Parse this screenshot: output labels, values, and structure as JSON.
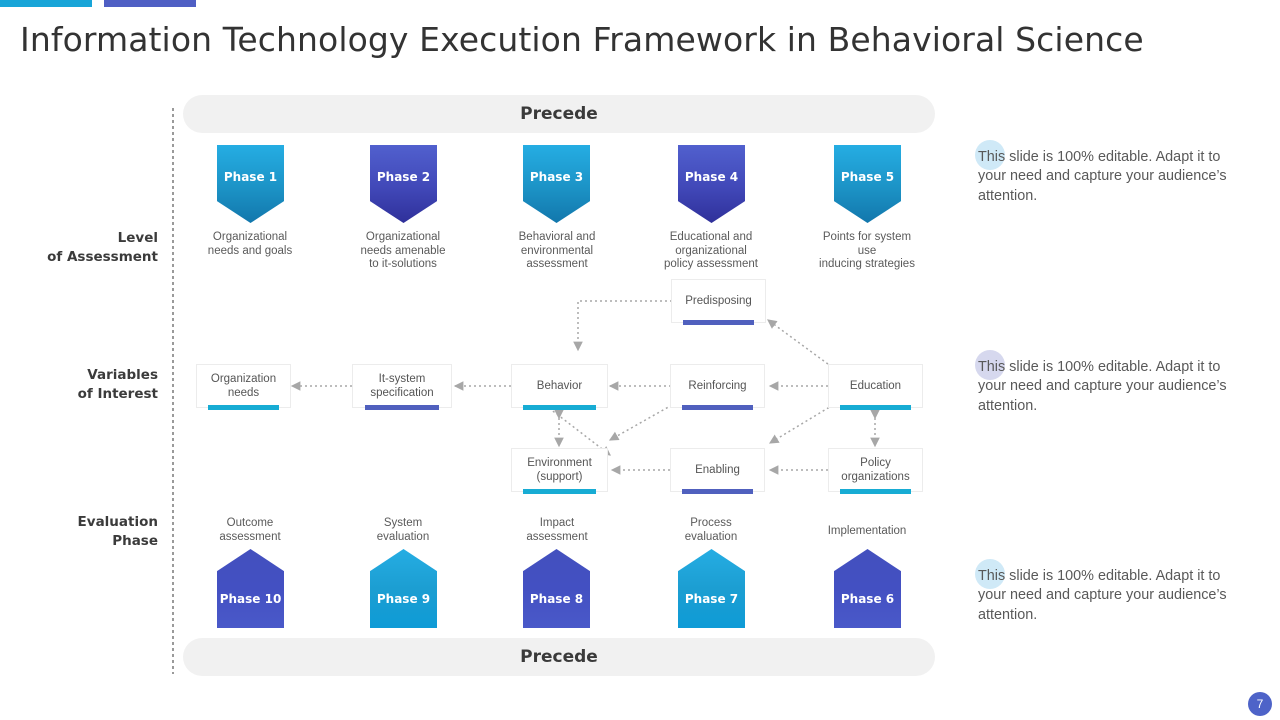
{
  "page_title": "Information Technology Execution Framework in Behavioral Science",
  "accents": {
    "cyan": "#18A5D8",
    "purple": "#4F5FC4"
  },
  "bands": {
    "top_label": "Precede",
    "bottom_label": "Precede"
  },
  "row_labels": [
    {
      "id": "level",
      "line1": "Level",
      "line2": "of Assessment",
      "text": "Level\nof Assessment"
    },
    {
      "id": "variables",
      "line1": "Variables",
      "line2": "of Interest",
      "text": "Variables\nof Interest"
    },
    {
      "id": "evaluation",
      "line1": "Evaluation",
      "line2": "Phase",
      "text": "Evaluation\nPhase"
    }
  ],
  "top_phases": [
    {
      "label": "Phase 1",
      "color": "cyan",
      "caption": "Organizational\nneeds and goals"
    },
    {
      "label": "Phase 2",
      "color": "purple",
      "caption": "Organizational\nneeds amenable\nto it-solutions"
    },
    {
      "label": "Phase 3",
      "color": "cyan",
      "caption": "Behavioral and\nenvironmental\nassessment"
    },
    {
      "label": "Phase 4",
      "color": "purple",
      "caption": "Educational and\norganizational\npolicy assessment"
    },
    {
      "label": "Phase 5",
      "color": "cyan",
      "caption": "Points for system\nuse\ninducing strategies"
    }
  ],
  "bottom_phases": [
    {
      "label": "Phase 10",
      "color": "purple",
      "caption": "Outcome\nassessment"
    },
    {
      "label": "Phase 9",
      "color": "cyan",
      "caption": "System\nevaluation"
    },
    {
      "label": "Phase 8",
      "color": "purple",
      "caption": "Impact\nassessment"
    },
    {
      "label": "Phase 7",
      "color": "cyan",
      "caption": "Process\nevaluation"
    },
    {
      "label": "Phase 6",
      "color": "purple",
      "caption": "Implementation"
    }
  ],
  "variable_nodes": [
    {
      "id": "predisposing",
      "label": "Predisposing",
      "underline": "purple"
    },
    {
      "id": "organization-needs",
      "label": "Organization\nneeds",
      "underline": "cyan"
    },
    {
      "id": "it-system-spec",
      "label": "It-system\nspecification",
      "underline": "purple"
    },
    {
      "id": "behavior",
      "label": "Behavior",
      "underline": "cyan"
    },
    {
      "id": "reinforcing",
      "label": "Reinforcing",
      "underline": "purple"
    },
    {
      "id": "education",
      "label": "Education",
      "underline": "cyan"
    },
    {
      "id": "environment-support",
      "label": "Environment\n(support)",
      "underline": "cyan"
    },
    {
      "id": "enabling",
      "label": "Enabling",
      "underline": "purple"
    },
    {
      "id": "policy-organizations",
      "label": "Policy\norganizations",
      "underline": "cyan"
    }
  ],
  "notes": [
    {
      "text": "This slide is 100% editable. Adapt it to your need and capture your audience’s attention.",
      "dot_color": "#CFE9F7"
    },
    {
      "text": "This slide is 100% editable. Adapt it to your need and capture your audience’s attention.",
      "dot_color": "#D6D8EE"
    },
    {
      "text": "This slide is 100% editable. Adapt it to your need and capture your audience’s attention.",
      "dot_color": "#CFE9F7"
    }
  ],
  "page_number": "7",
  "colors": {
    "underline_cyan": "#17ACD4",
    "underline_purple": "#5060BE",
    "band_background": "#F1F1F1",
    "arrow": "#A7A7A7",
    "page_number_bg": "#4E63C8"
  }
}
